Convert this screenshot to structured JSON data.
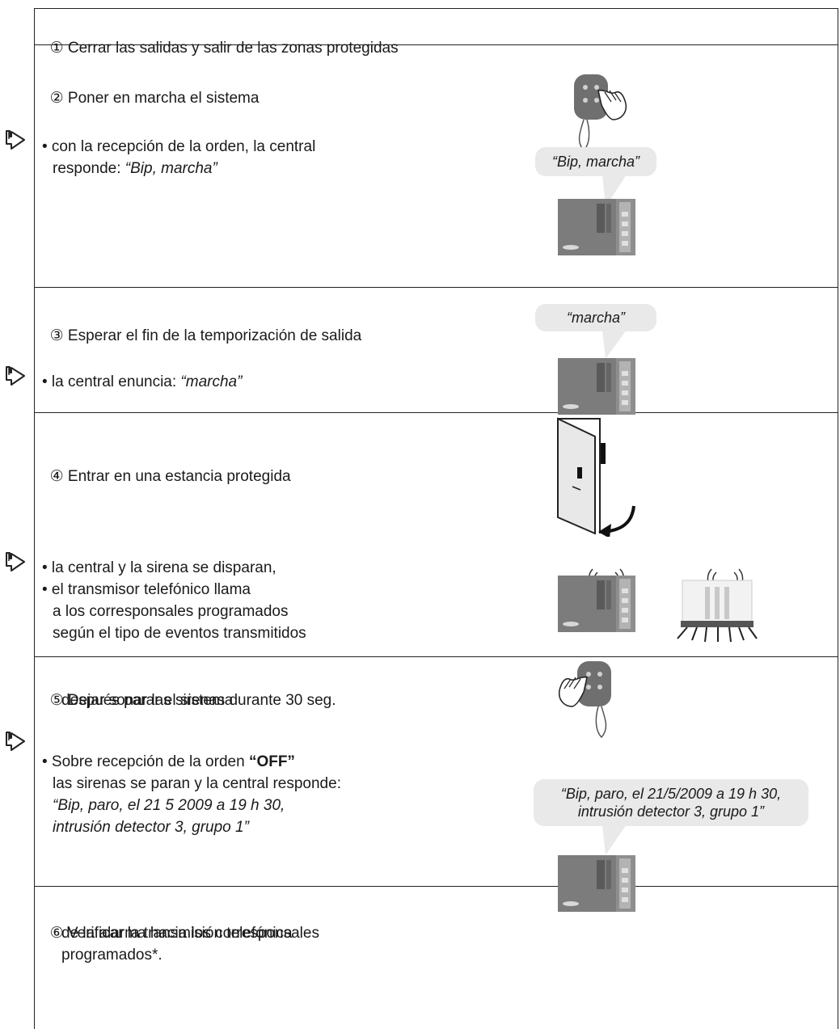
{
  "steps": {
    "s1": {
      "num": "①",
      "text": "Cerrar las salidas y salir de las zonas protegidas"
    },
    "s2": {
      "num": "②",
      "text": "Poner en marcha el sistema",
      "result_line1": "• con la recepción de la orden, la central",
      "result_line2_prefix": "responde: ",
      "result_line2_quote": "“Bip, marcha”",
      "bubble": "“Bip, marcha”"
    },
    "s3": {
      "num": "③",
      "text": "Esperar el fin de la temporización de salida",
      "result_prefix": "• la central enuncia: ",
      "result_quote": "“marcha”",
      "bubble": "“marcha”"
    },
    "s4": {
      "num": "④",
      "text": "Entrar en una estancia protegida",
      "result_lines": [
        "• la central y la sirena se disparan,",
        "• el transmisor telefónico llama",
        "a los corresponsales programados",
        "según el tipo de eventos transmitidos"
      ]
    },
    "s5": {
      "num": "⑤",
      "text_line1": "Dejar sonar las sirenas durante 30 seg.",
      "text_line2": "después parar el sistema",
      "result_line1_prefix": "• Sobre recepción de la orden ",
      "result_line1_bold": "“OFF”",
      "result_line2": "las sirenas se paran y la central responde:",
      "result_line3": "“Bip, paro, el 21 5 2009 a 19 h 30,",
      "result_line4": "intrusión detector 3, grupo 1”",
      "bubble": "“Bip, paro, el 21/5/2009 a 19 h 30,\nintrusión detector 3, grupo 1”"
    },
    "s6": {
      "num": "⑥",
      "lines": [
        "Verificar la transmisión telefónica",
        "de la alarma hacia los corresponsales",
        "programados*."
      ]
    }
  },
  "icons": {
    "arrow": "hand-pointing-arrow-icon",
    "remote": "remote-control-pressed-icon",
    "panel": "control-panel-icon",
    "door": "opening-door-icon",
    "siren": "siren-sounding-icon"
  }
}
